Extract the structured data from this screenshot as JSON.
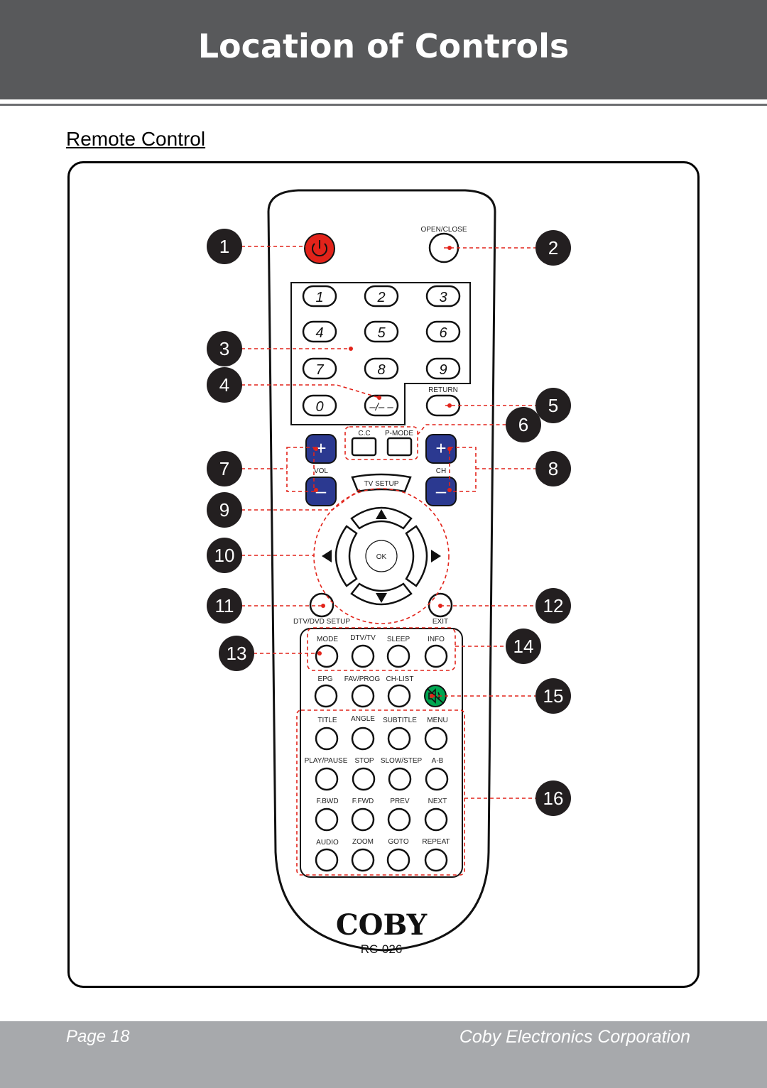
{
  "header": {
    "title": "Location of Controls"
  },
  "section_title": "Remote Control",
  "remote": {
    "brand": "COBY",
    "model": "RC-026",
    "labels": {
      "open_close": "OPEN/CLOSE",
      "return": "RETURN",
      "cc": "C.C",
      "p_mode": "P-MODE",
      "vol": "VOL",
      "ch": "CH",
      "tv_setup": "TV SETUP",
      "ok": "OK",
      "dtv_dvd_setup": "DTV/DVD SETUP",
      "exit": "EXIT",
      "mode": "MODE",
      "dtv_tv": "DTV/TV",
      "sleep": "SLEEP",
      "info": "INFO",
      "epg": "EPG",
      "fav_prog": "FAV/PROG",
      "ch_list": "CH-LIST",
      "title": "TITLE",
      "angle": "ANGLE",
      "subtitle": "SUBTITLE",
      "menu": "MENU",
      "play_pause": "PLAY/PAUSE",
      "stop": "STOP",
      "slow_step": "SLOW/STEP",
      "a_b": "A-B",
      "f_bwd": "F.BWD",
      "f_fwd": "F.FWD",
      "prev": "PREV",
      "next": "NEXT",
      "audio": "AUDIO",
      "zoom": "ZOOM",
      "goto": "GOTO",
      "repeat": "REPEAT",
      "plus": "+",
      "minus": "–",
      "dash": "–/– –"
    },
    "digits": [
      "1",
      "2",
      "3",
      "4",
      "5",
      "6",
      "7",
      "8",
      "9",
      "0"
    ],
    "colors": {
      "power": "#e2231a",
      "volume_channel": "#2b3990",
      "mute": "#00a651",
      "callout_red": "#e2231a"
    }
  },
  "callouts": [
    "1",
    "2",
    "3",
    "4",
    "5",
    "6",
    "7",
    "8",
    "9",
    "10",
    "11",
    "12",
    "13",
    "14",
    "15",
    "16"
  ],
  "footer": {
    "page": "Page 18",
    "company": "Coby Electronics Corporation"
  }
}
